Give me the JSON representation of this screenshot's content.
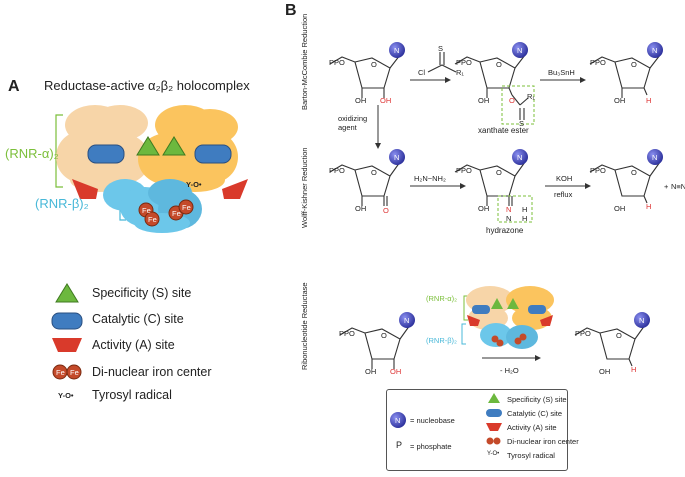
{
  "panelA": {
    "letter": "A",
    "title": "Reductase-active α₂β₂ holocomplex",
    "alpha_label": "(RNR-α)₂",
    "beta_label": "(RNR-β)₂",
    "radical_label": "Y-O•",
    "fe_label": "Fe",
    "legend": [
      {
        "icon": "specificity-triangle-icon",
        "label": "Specificity (S) site"
      },
      {
        "icon": "catalytic-pill-icon",
        "label": "Catalytic (C) site"
      },
      {
        "icon": "activity-trapezoid-icon",
        "label": "Activity (A) site"
      },
      {
        "icon": "iron-center-icon",
        "label": "Di-nuclear iron center"
      },
      {
        "icon": "tyrosyl-radical-icon",
        "label": "Tyrosyl radical"
      }
    ]
  },
  "panelB": {
    "letter": "B",
    "row1_label": "Barton-McCombie Reduction",
    "row2_label": "Wolff-Kishner Reduction",
    "row3_label": "Ribonucleotide Reductase",
    "ppo": "PPO",
    "oh": "OH",
    "o": "O",
    "h": "H",
    "n": "N",
    "s": "S",
    "cl": "Cl",
    "r1": "R₁",
    "bu3snh": "Bu₃SnH",
    "oxidizing_agent_1": "oxidizing",
    "oxidizing_agent_2": "agent",
    "xanthate": "xanthate ester",
    "hydrazine": "H₂N−NH₂",
    "koh": "KOH",
    "reflux": "reflux",
    "hydrazone": "hydrazone",
    "plus": "+",
    "n2": "N≡N",
    "minus_water": "- H₂O",
    "alpha_small": "(RNR-α)₂",
    "beta_small": "(RNR-β)₂",
    "legend": {
      "nucleobase": "= nucleobase",
      "p_symbol": "P",
      "phosphate": "= phosphate",
      "items": [
        "Specificity (S) site",
        "Catalytic (C) site",
        "Activity (A) site",
        "Di-nuclear iron center",
        "Tyrosyl radical"
      ]
    }
  }
}
